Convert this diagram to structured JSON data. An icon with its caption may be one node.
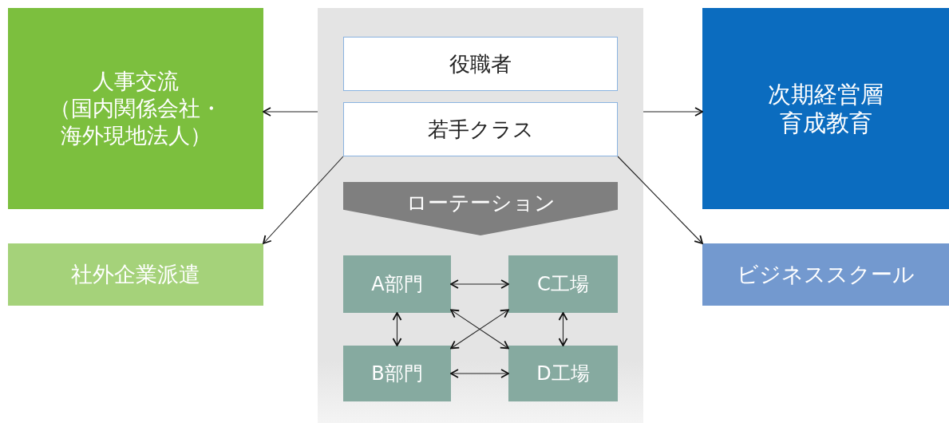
{
  "diagram": {
    "nodes": [
      {
        "text": [
          "人事交流",
          "（国内関係会社・海外現地法人）"
        ]
      },
      {
        "text": [
          "社外企業派遣"
        ]
      },
      {
        "text": [],
        "shape": "box"
      },
      {
        "text": [
          "役職者"
        ],
        "in": 2
      },
      {
        "text": [
          "若手クラス"
        ],
        "in": 2
      },
      {
        "text": [
          "ローテーション"
        ],
        "in": 2
      },
      {
        "text": [
          "A部門"
        ],
        "in": 2
      },
      {
        "text": [
          "C工場"
        ],
        "in": 2
      },
      {
        "text": [
          "B部門"
        ],
        "in": 2
      },
      {
        "text": [
          "D工場"
        ],
        "in": 2
      },
      {
        "text": [
          "次期経営層育成教育"
        ]
      },
      {
        "text": [
          "ビジネススクール"
        ]
      }
    ],
    "edges": [
      {
        "from": 2,
        "to": 0,
        "arrow": "to"
      },
      {
        "from": 4,
        "to": 1,
        "arrow": "to"
      },
      {
        "from": 2,
        "to": 10,
        "arrow": "to"
      },
      {
        "from": 4,
        "to": 11,
        "arrow": "to"
      },
      {
        "from": 6,
        "to": 7,
        "arrow": "both"
      },
      {
        "from": 6,
        "to": 8,
        "arrow": "both"
      },
      {
        "from": 7,
        "to": 9,
        "arrow": "both"
      },
      {
        "from": 6,
        "to": 9,
        "arrow": "both"
      },
      {
        "from": 7,
        "to": 8,
        "arrow": "both"
      },
      {
        "from": 8,
        "to": 9,
        "arrow": "both"
      }
    ]
  }
}
